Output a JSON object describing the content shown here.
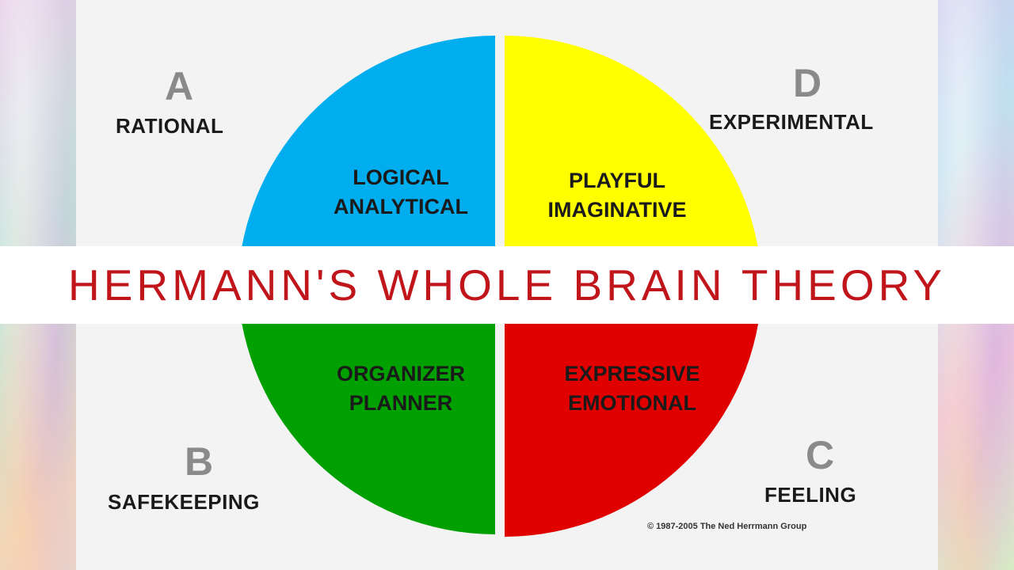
{
  "title": "HERMANN'S WHOLE BRAIN THEORY",
  "quadrants": {
    "a": {
      "letter": "A",
      "label": "RATIONAL",
      "line1": "LOGICAL",
      "line2": "ANALYTICAL",
      "color": "#00aeef"
    },
    "d": {
      "letter": "D",
      "label": "EXPERIMENTAL",
      "line1": "PLAYFUL",
      "line2": "IMAGINATIVE",
      "color": "#ffff00"
    },
    "b": {
      "letter": "B",
      "label": "SAFEKEEPING",
      "line1": "ORGANIZER",
      "line2": "PLANNER",
      "color": "#00a000"
    },
    "c": {
      "letter": "C",
      "label": "FEELING",
      "line1": "EXPRESSIVE",
      "line2": "EMOTIONAL",
      "color": "#e00000"
    }
  },
  "copyright": "© 1987-2005  The Ned Herrmann Group",
  "colors": {
    "title": "#c0161b",
    "letters": "#8a8a8a"
  }
}
